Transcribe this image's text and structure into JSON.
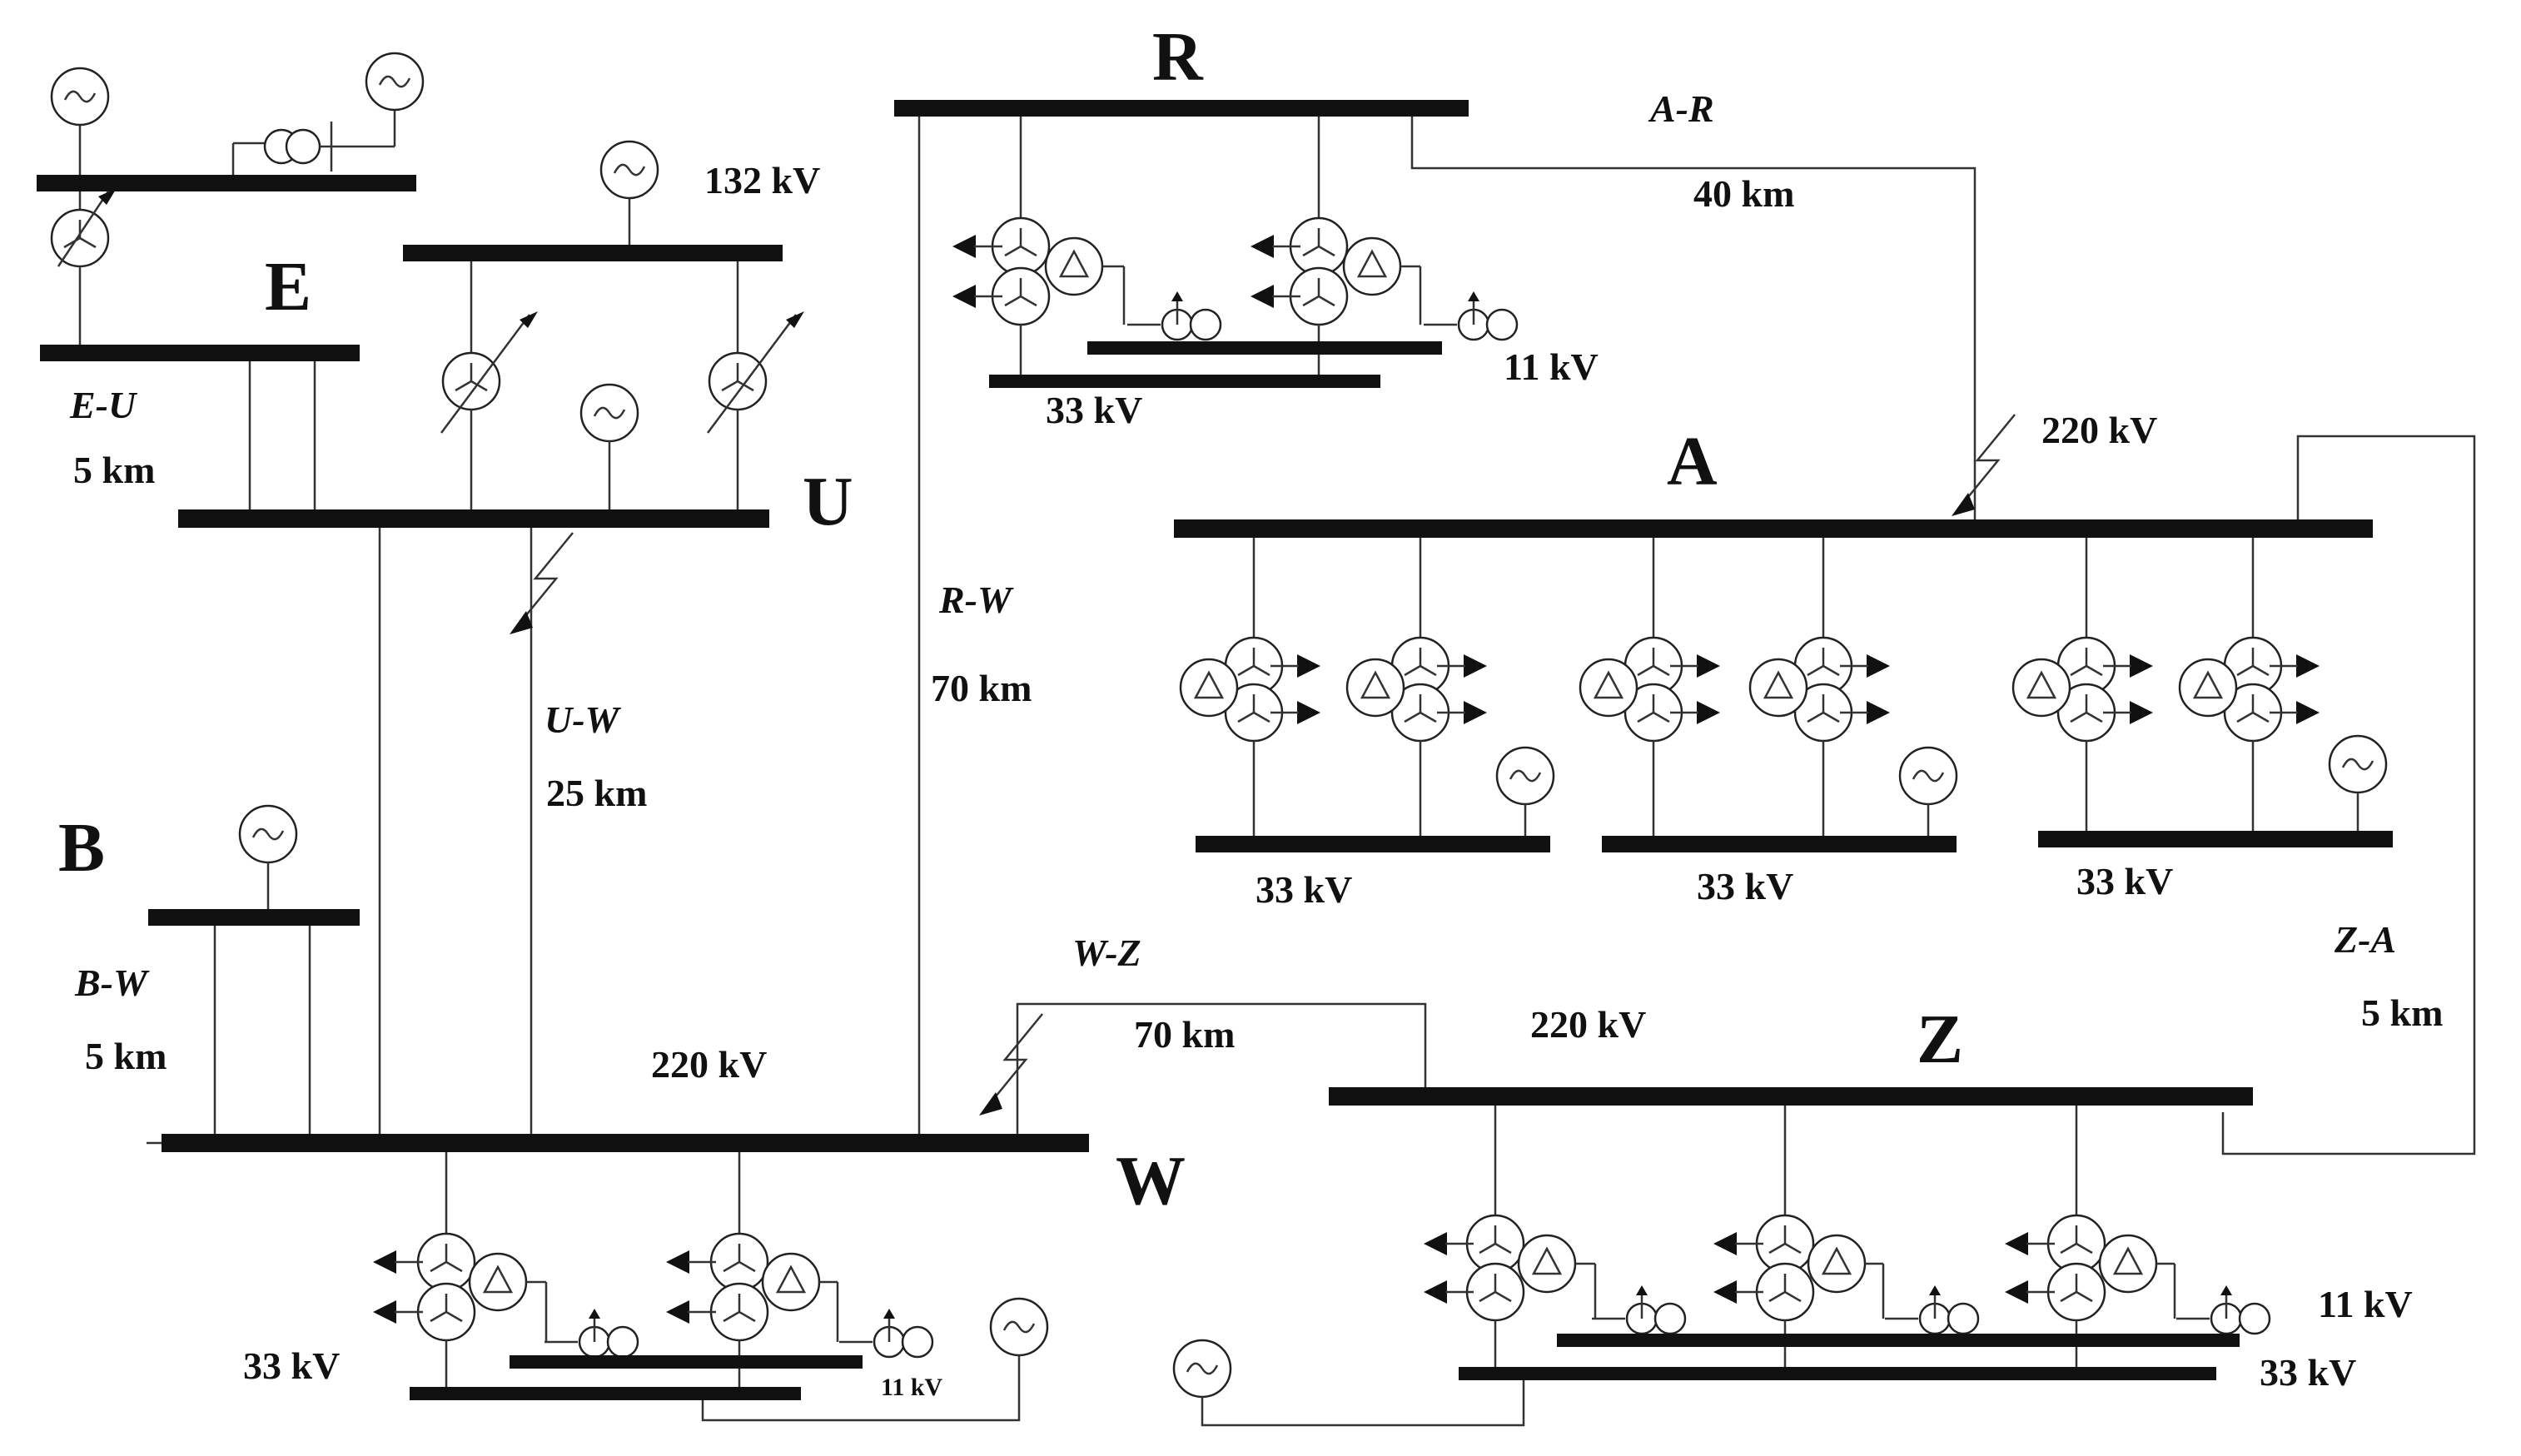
{
  "buses": {
    "R": "R",
    "E": "E",
    "U": "U",
    "A": "A",
    "B": "B",
    "W": "W",
    "Z": "Z"
  },
  "lines": {
    "E_U": {
      "name": "E-U",
      "length": "5 km"
    },
    "A_R": {
      "name": "A-R",
      "length": "40 km"
    },
    "R_W": {
      "name": "R-W",
      "length": "70 km"
    },
    "U_W": {
      "name": "U-W",
      "length": "25 km"
    },
    "B_W": {
      "name": "B-W",
      "length": "5 km"
    },
    "W_Z": {
      "name": "W-Z",
      "length": "70 km"
    },
    "Z_A": {
      "name": "Z-A",
      "length": "5 km"
    }
  },
  "voltages": {
    "upper_132": "132 kV",
    "a_220": "220 kV",
    "w_220": "220 kV",
    "z_220": "220 kV",
    "r_11": "11 kV",
    "r_33": "33 kV",
    "a_33_1": "33 kV",
    "a_33_2": "33 kV",
    "a_33_3": "33 kV",
    "w_33": "33 kV",
    "w_11": "11 kV",
    "z_11": "11 kV",
    "z_33": "33 kV"
  }
}
